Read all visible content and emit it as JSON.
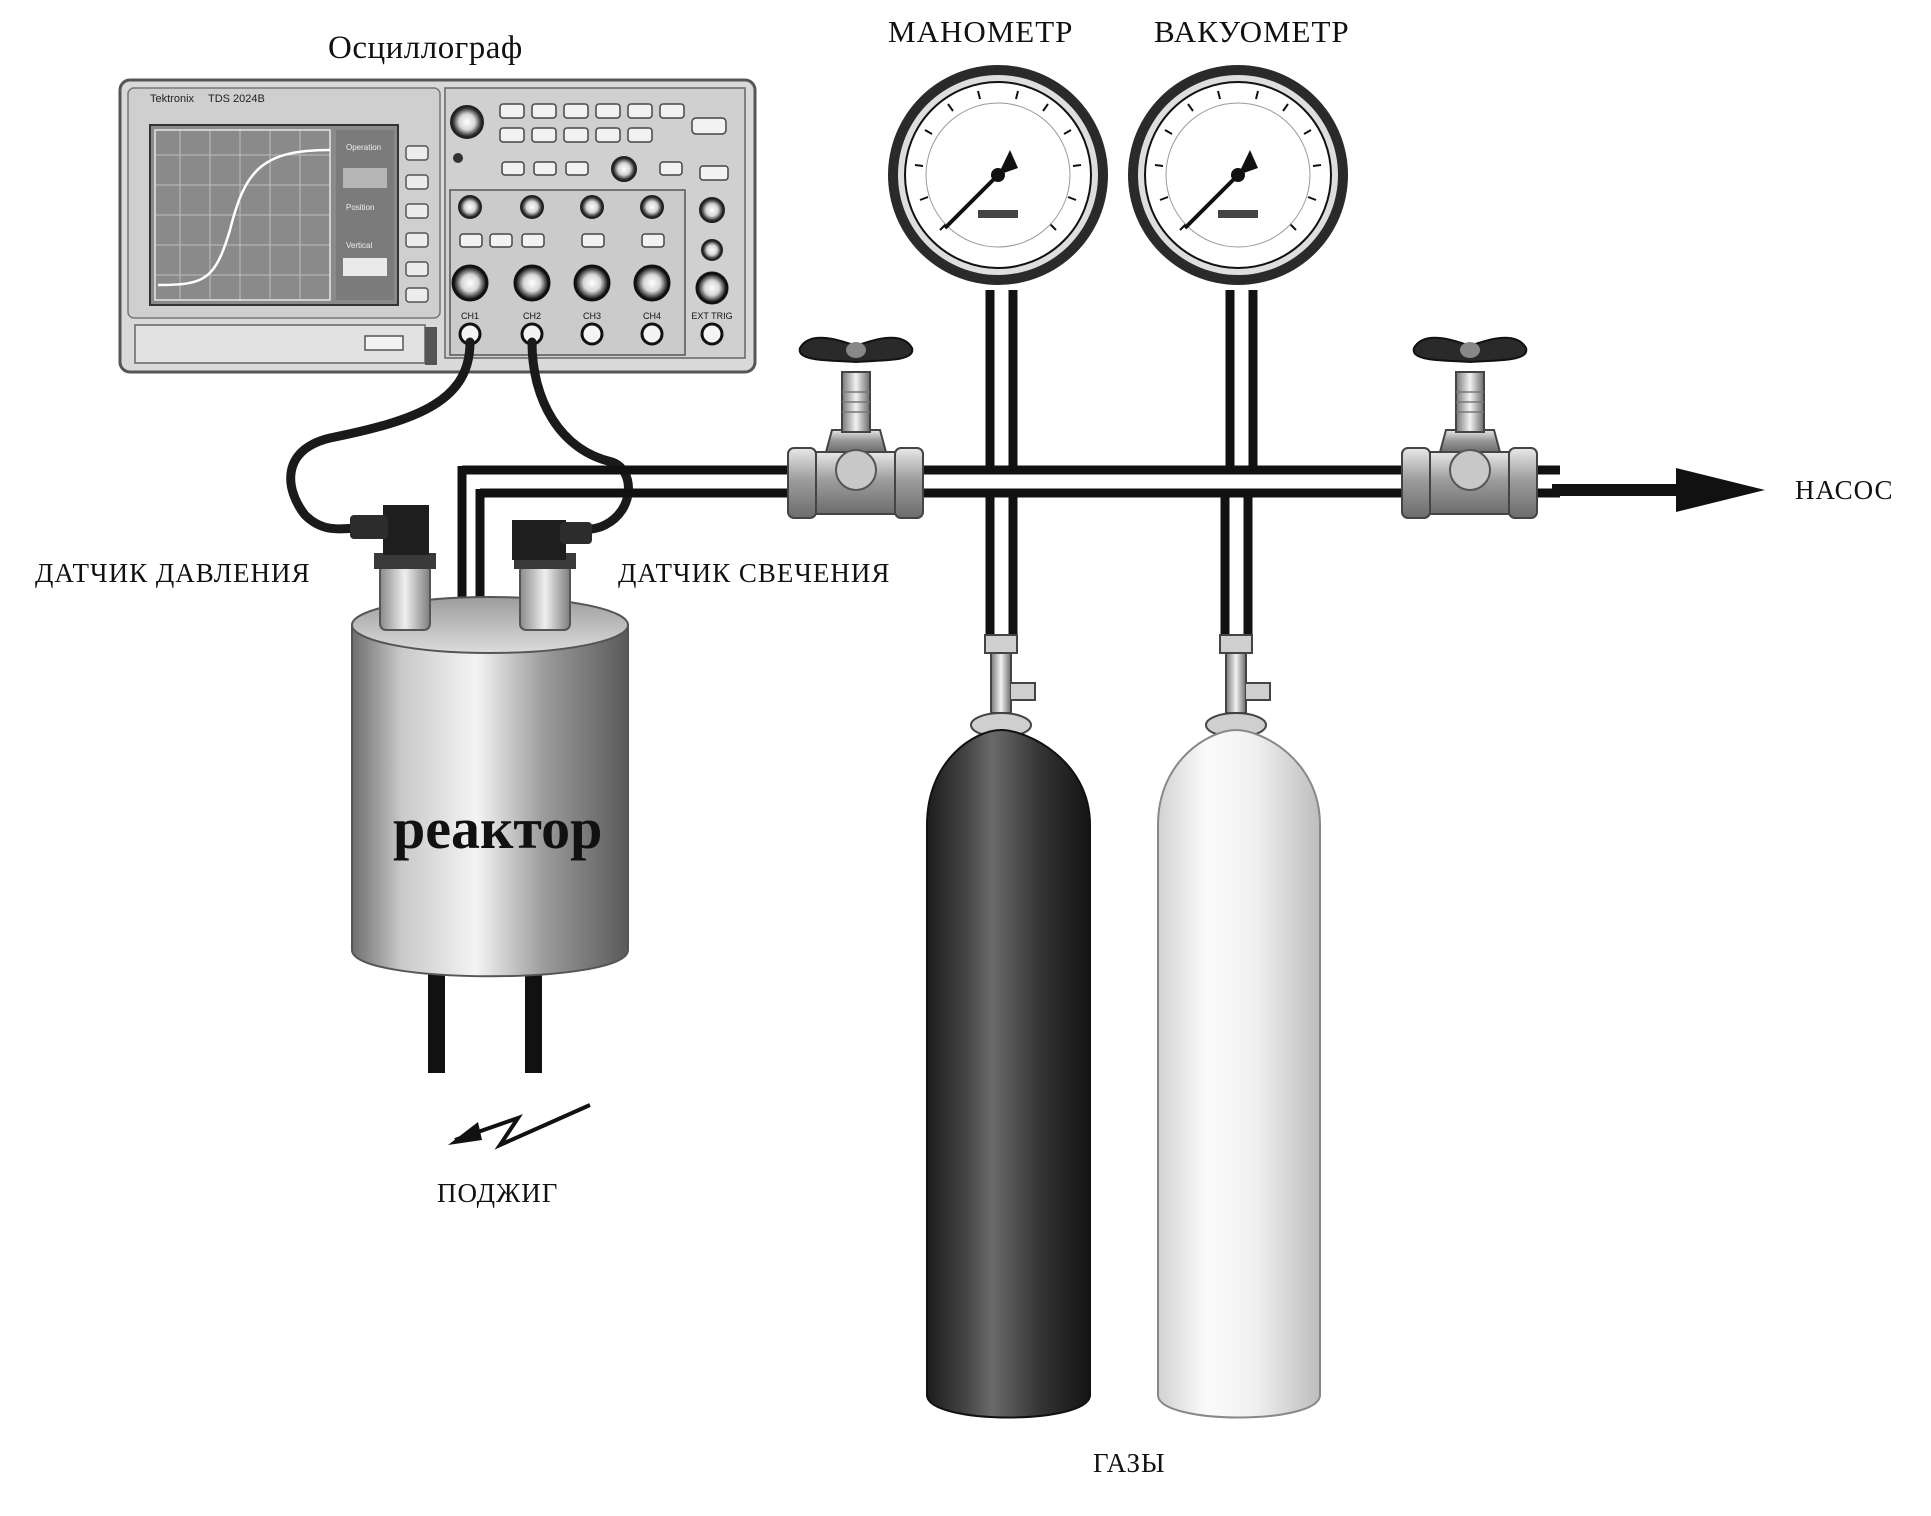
{
  "labels": {
    "oscilloscope": "Осциллограф",
    "manometer": "МАНОМЕТР",
    "vacuummeter": "ВАКУОМЕТР",
    "pump": "НАСОС",
    "pressure_sensor": "ДАТЧИК ДАВЛЕНИЯ",
    "glow_sensor": "ДАТЧИК СВЕЧЕНИЯ",
    "reactor": "реактор",
    "ignition": "ПОДЖИГ",
    "gases": "ГАЗЫ"
  },
  "oscilloscope": {
    "brand": "Tektronix",
    "model": "TDS 2024B",
    "side_labels": [
      "Operation",
      "Position",
      "Vertical"
    ],
    "channels": [
      "CH1",
      "CH2",
      "CH3",
      "CH4",
      "EXT TRIG"
    ]
  }
}
